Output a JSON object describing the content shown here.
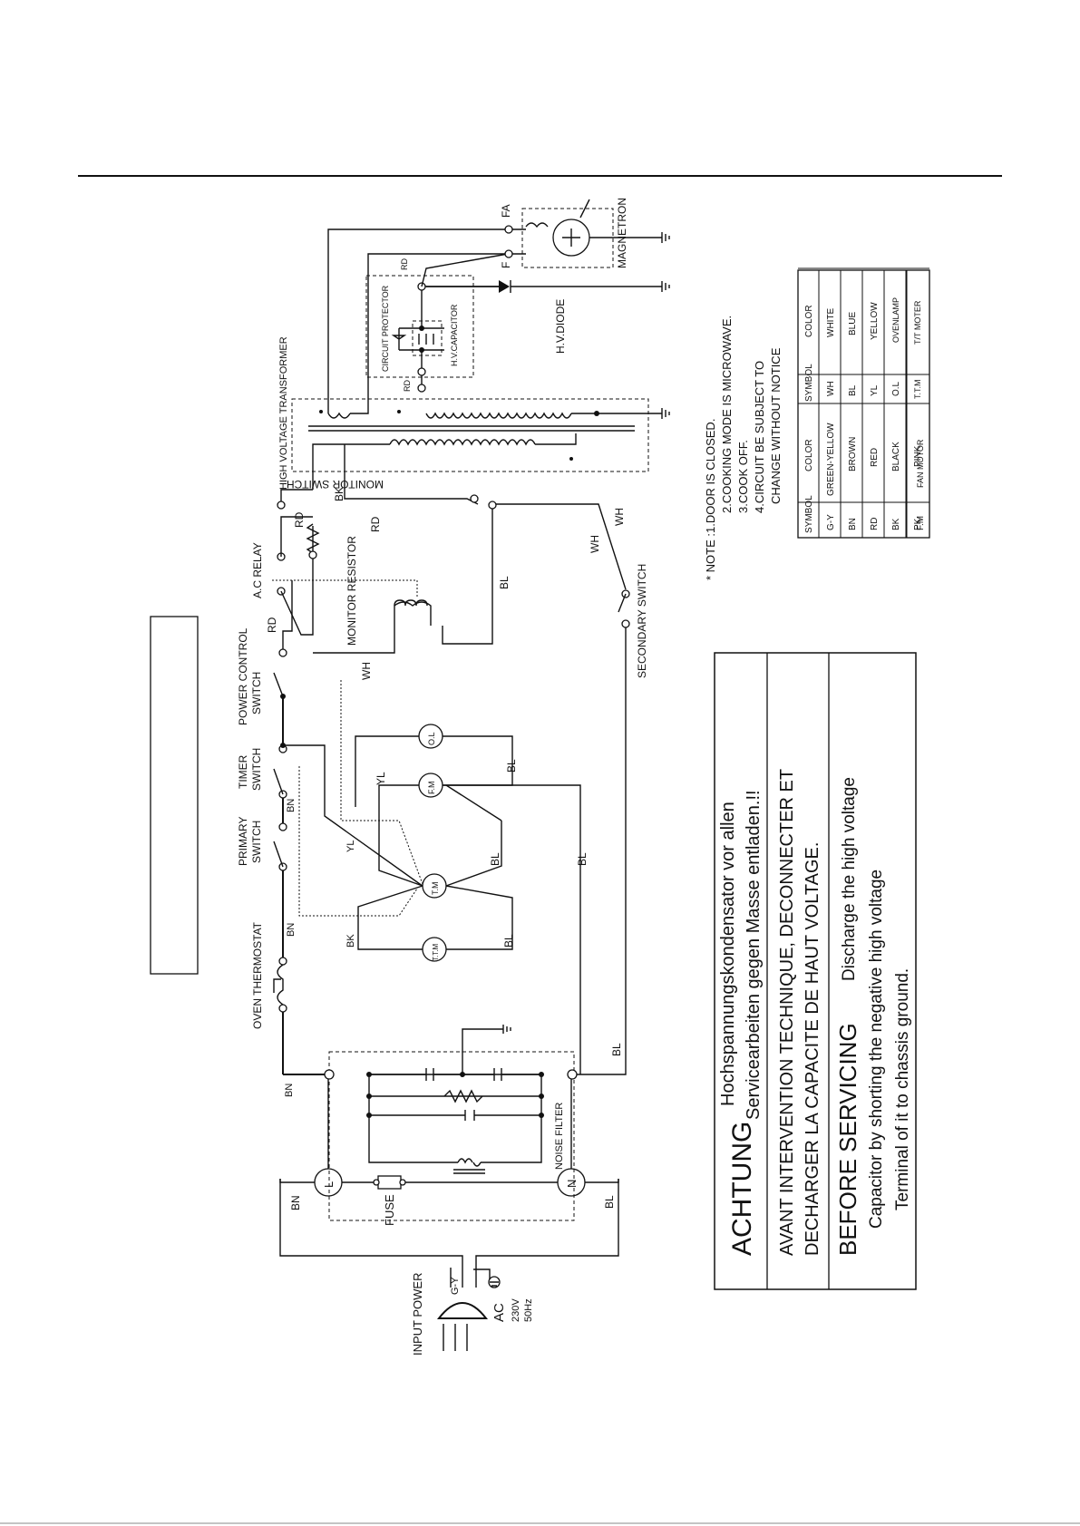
{
  "components": {
    "input_power": "INPUT POWER",
    "ac": "AC",
    "voltage": "230V",
    "frequency": "50Hz",
    "fuse": "FUSE",
    "noise_filter": "NOISE FILTER",
    "line_terminal": "L",
    "neutral_terminal": "N",
    "oven_thermostat": "OVEN THERMOSTAT",
    "primary_switch_1": "PRIMARY",
    "primary_switch_2": "SWITCH",
    "timer_switch_1": "TIMER",
    "timer_switch_2": "SWITCH",
    "power_control_1": "POWER CONTROL",
    "power_control_2": "SWITCH",
    "ac_relay": "A.C RELAY",
    "monitor_resistor": "MONITOR RESISTOR",
    "monitor_switch": "MONITOR SWITCH",
    "secondary_switch": "SECONDARY SWITCH",
    "hv_transformer": "HIGH VOLTAGE TRANSFORMER",
    "circuit_protector": "CIRCUIT PROTECTOR",
    "hv_capacitor": "H.V.CAPACITOR",
    "hv_diode": "H.V.DIODE",
    "magnetron": "MAGNETRON",
    "fa": "FA",
    "f": "F",
    "ol": "O.L",
    "fm": "F.M",
    "tm": "T.M",
    "ttm": "T.T.M"
  },
  "wire_labels": {
    "bn": "BN",
    "bl": "BL",
    "gy": "G-Y",
    "rd": "RD",
    "wh": "WH",
    "bk": "BK",
    "yl": "YL"
  },
  "notes": {
    "line1": "* NOTE :1.DOOR IS CLOSED.",
    "line2": "2.COOKING MODE IS MICROWAVE.",
    "line3": "3.COOK OFF.",
    "line4": "4.CIRCUIT BE SUBJECT TO",
    "line5": "CHANGE WITHOUT NOTICE"
  },
  "color_table": {
    "headers": [
      "SYMBOL",
      "COLOR",
      "SYMBOL",
      "COLOR"
    ],
    "rows": [
      [
        "G-Y",
        "GREEN-YELLOW",
        "WH",
        "WHITE"
      ],
      [
        "BN",
        "BROWN",
        "BL",
        "BLUE"
      ],
      [
        "RD",
        "RED",
        "YL",
        "YELLOW"
      ],
      [
        "BK",
        "BLACK",
        "O.L",
        "OVENLAMP"
      ],
      [
        "PK",
        "PINK",
        "T.T.M",
        "T/T MOTER"
      ],
      [
        "F.M",
        "FAN MOTOR",
        "",
        ""
      ]
    ]
  },
  "warning": {
    "achtung_title": "ACHTUNG",
    "achtung_line1": "Hochspannungskondensator vor allen",
    "achtung_line2": "Servicearbeiten gegen Masse entladen.!!",
    "avant_line1": "AVANT INTERVENTION TECHNIQUE, DECONNECTER ET",
    "avant_line2": "DECHARGER LA CAPACITE DE HAUT VOLTAGE.",
    "before_title": "BEFORE SERVICING",
    "before_line1": "Discharge the high voltage",
    "before_line2": "Capacitor by shorting the negative high voltage",
    "before_line3": "Terminal of it to chassis ground."
  }
}
